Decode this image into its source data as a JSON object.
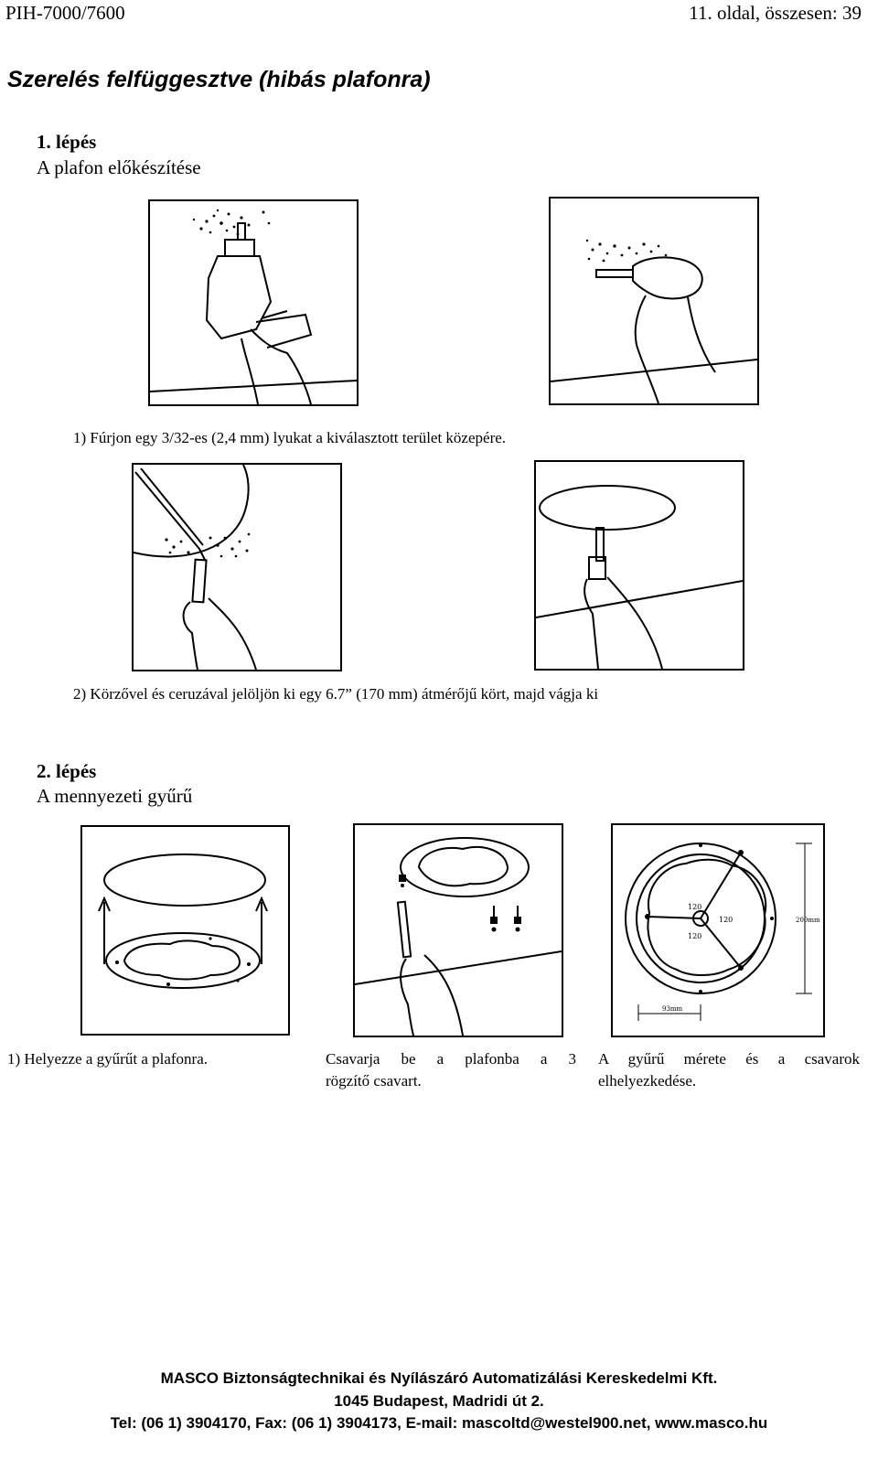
{
  "header": {
    "doc_code": "PIH-7000/7600",
    "page_info": "11. oldal, összesen: 39"
  },
  "section_title": "Szerelés felfüggesztve (hibás plafonra)",
  "step1": {
    "label": "1.  lépés",
    "subtitle": "A plafon előkészítése",
    "caption1": "1)   Fúrjon egy 3/32-es (2,4 mm) lyukat a kiválasztott terület közepére.",
    "caption2": "2)   Körzővel és ceruzával jelöljön ki egy 6.7” (170 mm) átmérőjű kört, majd vágja ki"
  },
  "step2": {
    "label": "2.  lépés",
    "subtitle": "A mennyezeti gyűrű",
    "caption_a": "1) Helyezze a gyűrűt a plafonra.",
    "caption_b_line1": "Csavarja be a plafonba a 3",
    "caption_b_line2": "rögzítő csavart.",
    "caption_c_line1": "A gyűrű mérete és a csavarok",
    "caption_c_line2": "elhelyezkedése."
  },
  "dimension_labels": {
    "d120_top": "120",
    "d120_right": "120",
    "d120_bottom": "120",
    "d200": "200mm",
    "d93": "93mm"
  },
  "footer": {
    "company": "MASCO Biztonságtechnikai és Nyílászáró Automatizálási Kereskedelmi Kft.",
    "address": "1045 Budapest, Madridi út 2.",
    "contact": "Tel: (06 1) 3904170, Fax: (06 1) 3904173, E-mail: mascoltd@westel900.net, www.masco.hu"
  }
}
